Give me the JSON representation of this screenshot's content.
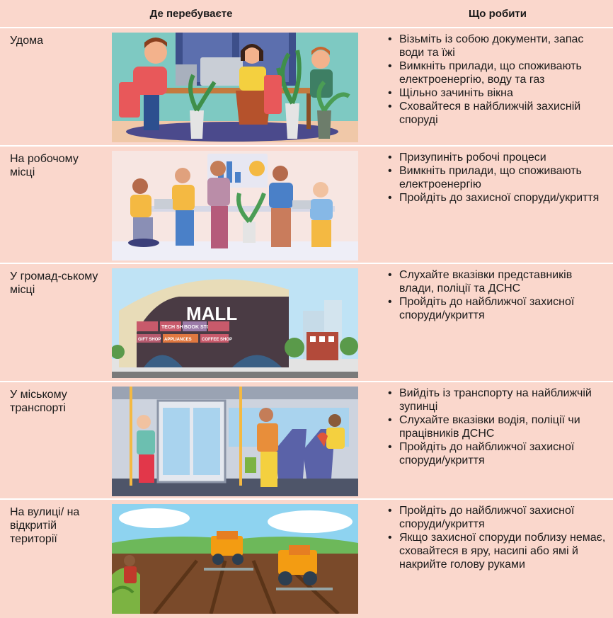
{
  "header": {
    "col_where": "Де перебуваєте",
    "col_what": "Що робити"
  },
  "rows": [
    {
      "place": "Удома",
      "actions": [
        "Візьміть із собою документи, запас води та їжі",
        "Вимкніть прилади, що споживають електроенергію, воду та газ",
        "Щільно зачиніть вікна",
        "Сховайтеся в найближчій захисній споруді"
      ]
    },
    {
      "place": "На робочому місці",
      "actions": [
        "Призупиніть робочі процеси",
        "Вимкніть прилади, що споживають електроенергію",
        "Пройдіть до захисної споруди/укриття"
      ]
    },
    {
      "place": "У громад-ському місці",
      "actions": [
        "Слухайте вказівки представників влади, поліції та ДСНС",
        "Пройдіть до найближчої захисної споруди/укриття"
      ],
      "mall_sign": "MALL",
      "shop_signs": [
        "TECH SHOP",
        "BOOK STORE",
        "GIFT SHOP",
        "APPLIANCES",
        "COFFEE SHOP"
      ]
    },
    {
      "place": "У міському транспорті",
      "actions": [
        "Вийдіть із транспорту на найближчій зупинці",
        "Слухайте вказівки водія, поліції чи працівників ДСНС",
        "Пройдіть до найближчої захисної споруди/укриття"
      ]
    },
    {
      "place": "На вулиці/ на відкритій території",
      "actions": [
        "Пройдіть до найближчої захисної споруди/укриття",
        "Якщо захисної споруди поблизу немає, сховайтеся в яру, насипі або ямі й накрийте голову руками"
      ]
    }
  ],
  "colors": {
    "background": "#fad7cc",
    "divider": "#ffffff"
  }
}
